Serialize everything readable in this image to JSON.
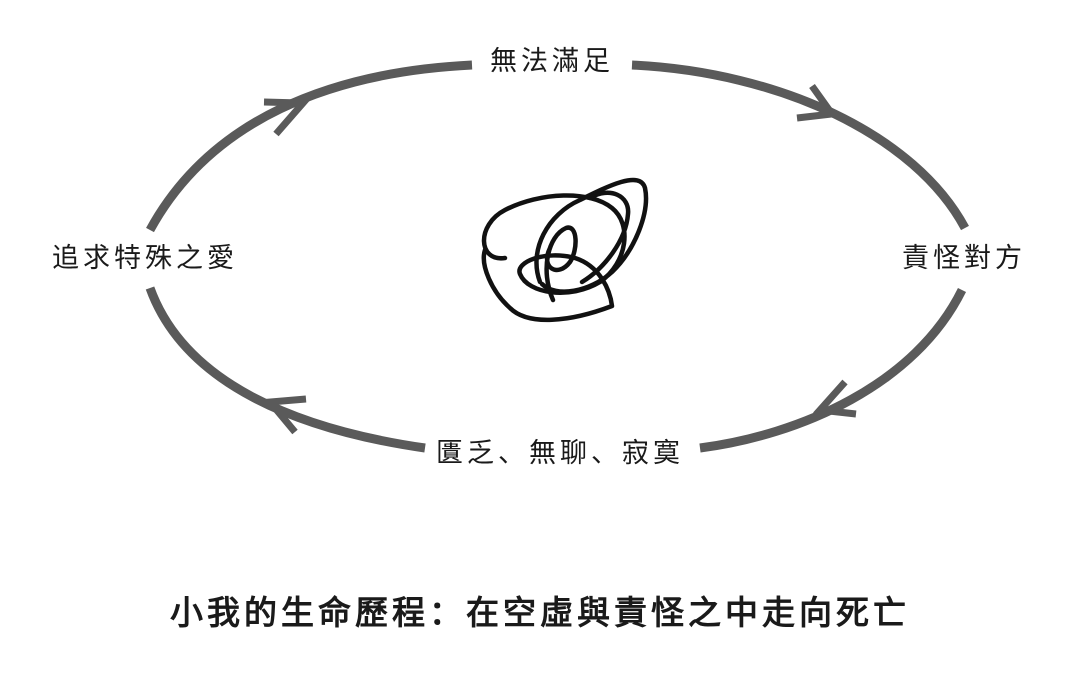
{
  "cycle": {
    "top": "無法滿足",
    "right": "責怪對方",
    "bottom": "匱乏、無聊、寂寞",
    "left": "追求特殊之愛"
  },
  "caption": "小我的生命歷程：在空虛與責怪之中走向死亡",
  "colors": {
    "cycle_stroke": "#5a5a5a",
    "scribble_stroke": "#111111",
    "text": "#1a1a1a"
  },
  "icons": {
    "arrows": "chevron-arrow-icon",
    "center": "tangled-scribble-icon"
  }
}
